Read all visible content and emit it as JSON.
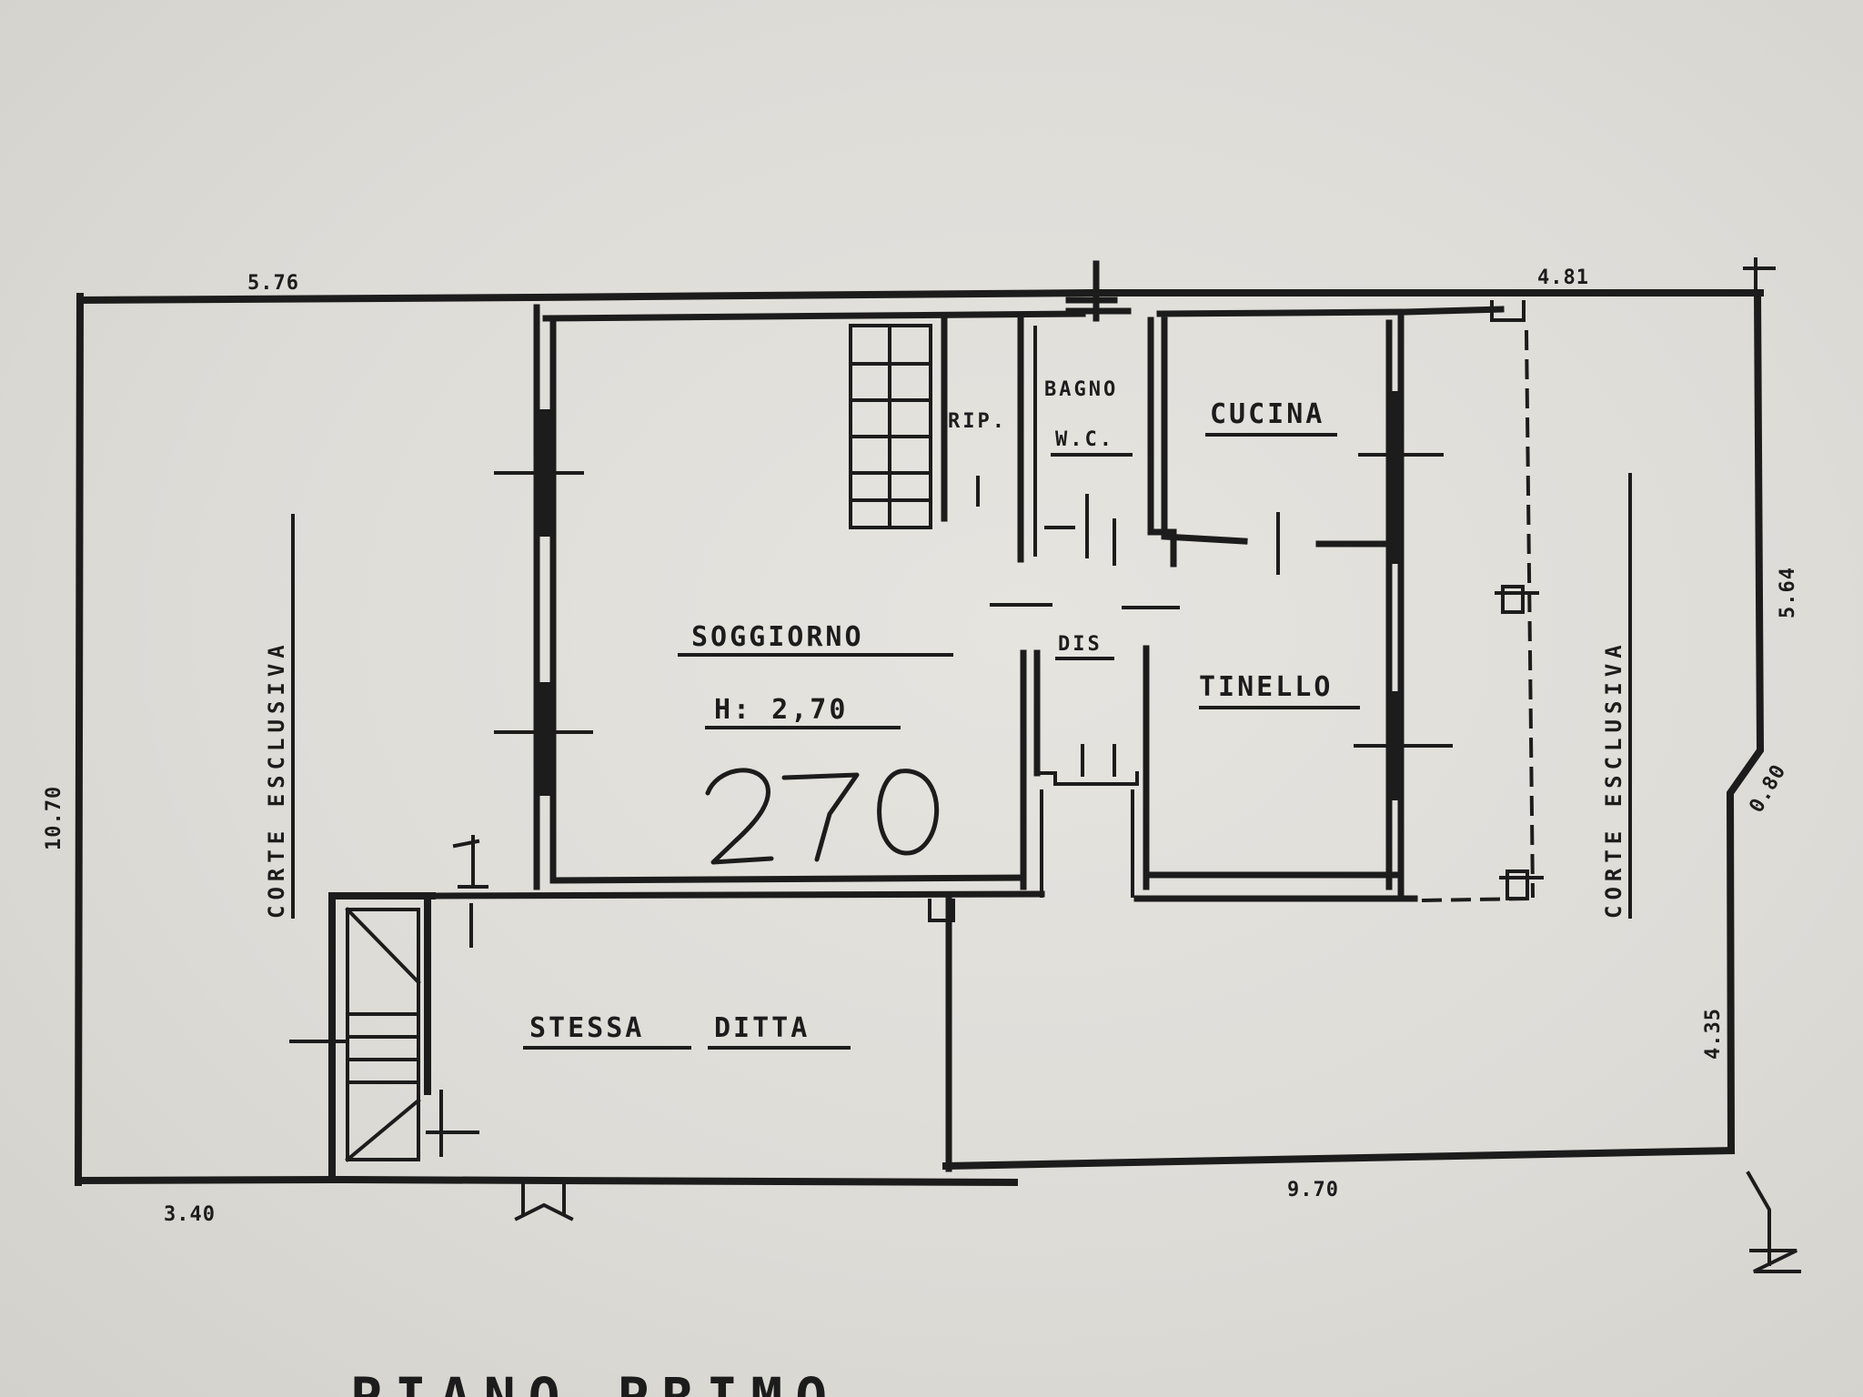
{
  "rooms": {
    "soggiorno": "SOGGIORNO",
    "height_label": "H: 2,70",
    "cucina": "CUCINA",
    "tinello": "TINELLO",
    "bagno": "BAGNO",
    "wc": "W.C.",
    "rip": "RIP.",
    "dis": "DIS",
    "stessa": "STESSA",
    "ditta": "DITTA",
    "corte_left": "CORTE ESCLUSIVA",
    "corte_right": "CORTE ESCLUSIVA"
  },
  "handwritten": {
    "value": "270"
  },
  "dimensions": {
    "top_left": "5.76",
    "top_right": "4.81",
    "left_side": "10.70",
    "right_upper": "5.64",
    "right_lower": "4.35",
    "right_corner": "0.80",
    "bottom_left": "3.40",
    "bottom_right": "9.70"
  },
  "bottom_title": "PIANO PRIMO"
}
